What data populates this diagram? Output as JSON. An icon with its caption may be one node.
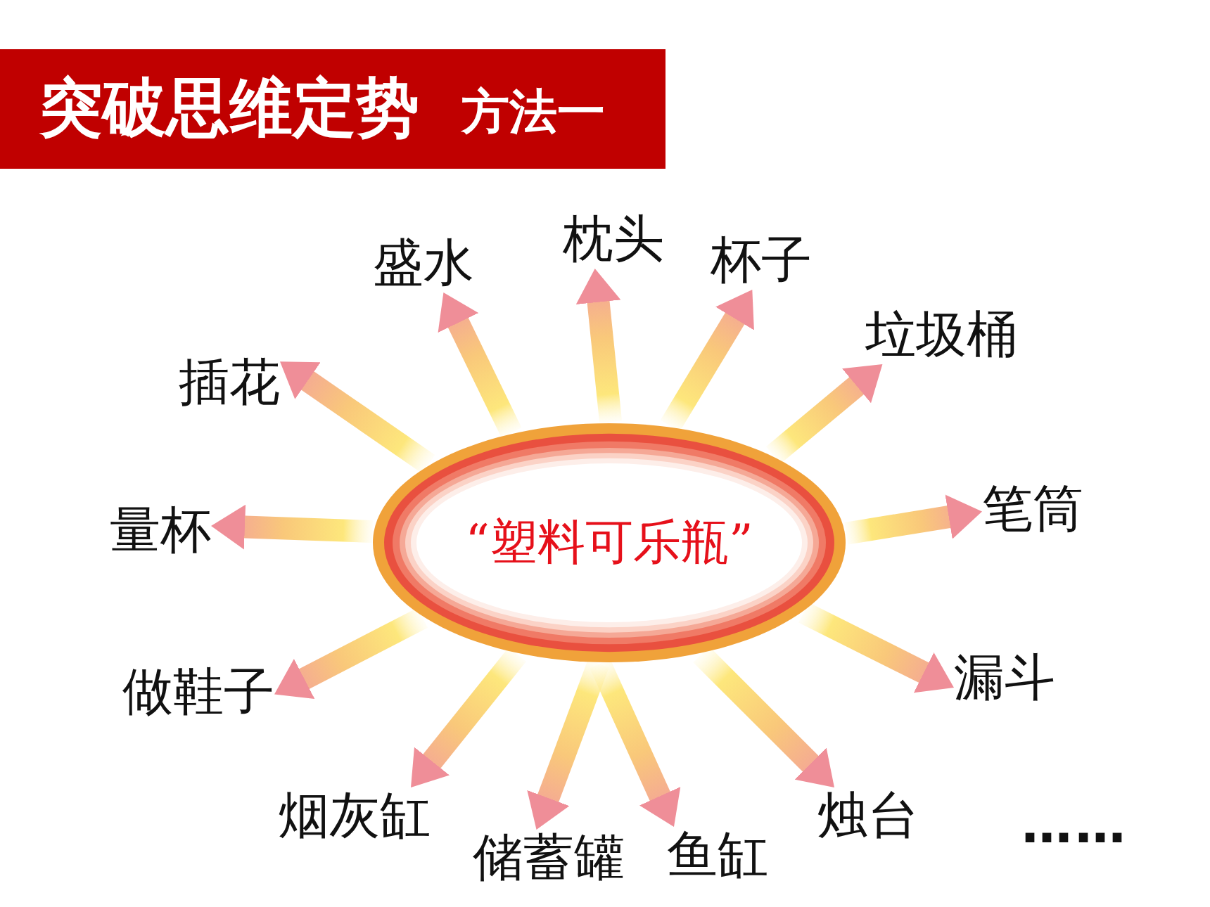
{
  "diagram": {
    "title": "突破思维定势",
    "nodes": [
      {
        "text": [
          "“塑料可乐瓶”"
        ]
      },
      {
        "text": [
          "盛水"
        ]
      },
      {
        "text": [
          "枕头"
        ]
      },
      {
        "text": [
          "杯子"
        ]
      },
      {
        "text": [
          "插花"
        ]
      },
      {
        "text": [
          "垃圾桶"
        ]
      },
      {
        "text": [
          "量杯"
        ]
      },
      {
        "text": [
          "笔筒"
        ]
      },
      {
        "text": [
          "做鞋子"
        ]
      },
      {
        "text": [
          "漏斗"
        ]
      },
      {
        "text": [
          "烟灰缸"
        ]
      },
      {
        "text": [
          "储蓄罐"
        ]
      },
      {
        "text": [
          "鱼缸"
        ]
      },
      {
        "text": [
          "烛台"
        ]
      }
    ],
    "edges": [
      {
        "from": 0,
        "to": 1,
        "arrow": "to"
      },
      {
        "from": 0,
        "to": 2,
        "arrow": "to"
      },
      {
        "from": 0,
        "to": 3,
        "arrow": "to"
      },
      {
        "from": 0,
        "to": 4,
        "arrow": "to"
      },
      {
        "from": 0,
        "to": 5,
        "arrow": "to"
      },
      {
        "from": 0,
        "to": 6,
        "arrow": "to"
      },
      {
        "from": 0,
        "to": 7,
        "arrow": "to"
      },
      {
        "from": 0,
        "to": 8,
        "arrow": "to"
      },
      {
        "from": 0,
        "to": 9,
        "arrow": "to"
      },
      {
        "from": 0,
        "to": 10,
        "arrow": "to"
      },
      {
        "from": 0,
        "to": 11,
        "arrow": "to"
      },
      {
        "from": 0,
        "to": 12,
        "arrow": "to"
      },
      {
        "from": 0,
        "to": 13,
        "arrow": "to"
      }
    ],
    "labels": [
      "方法一",
      "……"
    ]
  }
}
